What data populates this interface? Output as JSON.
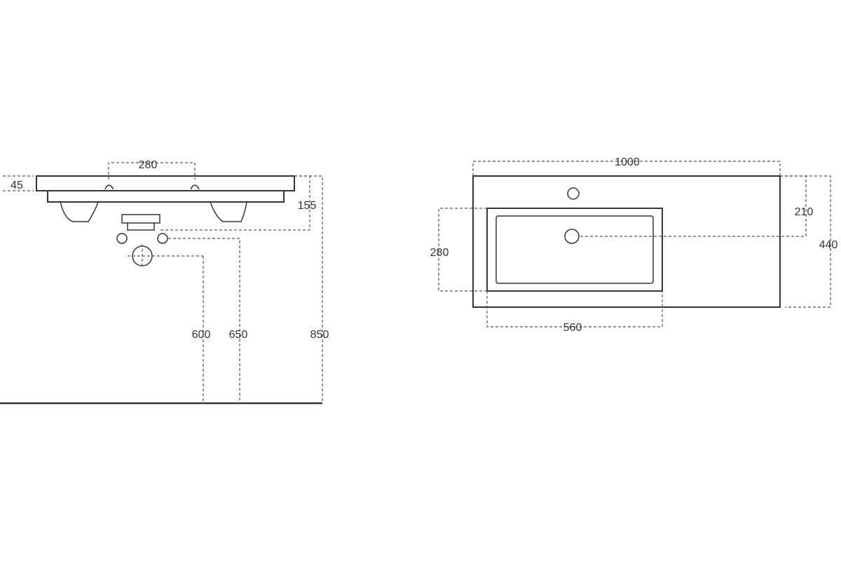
{
  "side_view": {
    "dims": {
      "width_280": "280",
      "height_45": "45",
      "height_155": "155",
      "height_600": "600",
      "height_650": "650",
      "height_850": "850"
    }
  },
  "top_view": {
    "dims": {
      "width_1000": "1000",
      "depth_440": "440",
      "depth_210": "210",
      "bowl_280": "280",
      "bowl_560": "560"
    }
  },
  "colors": {
    "line": "#333333",
    "dim_line": "#555555",
    "background": "#ffffff"
  }
}
